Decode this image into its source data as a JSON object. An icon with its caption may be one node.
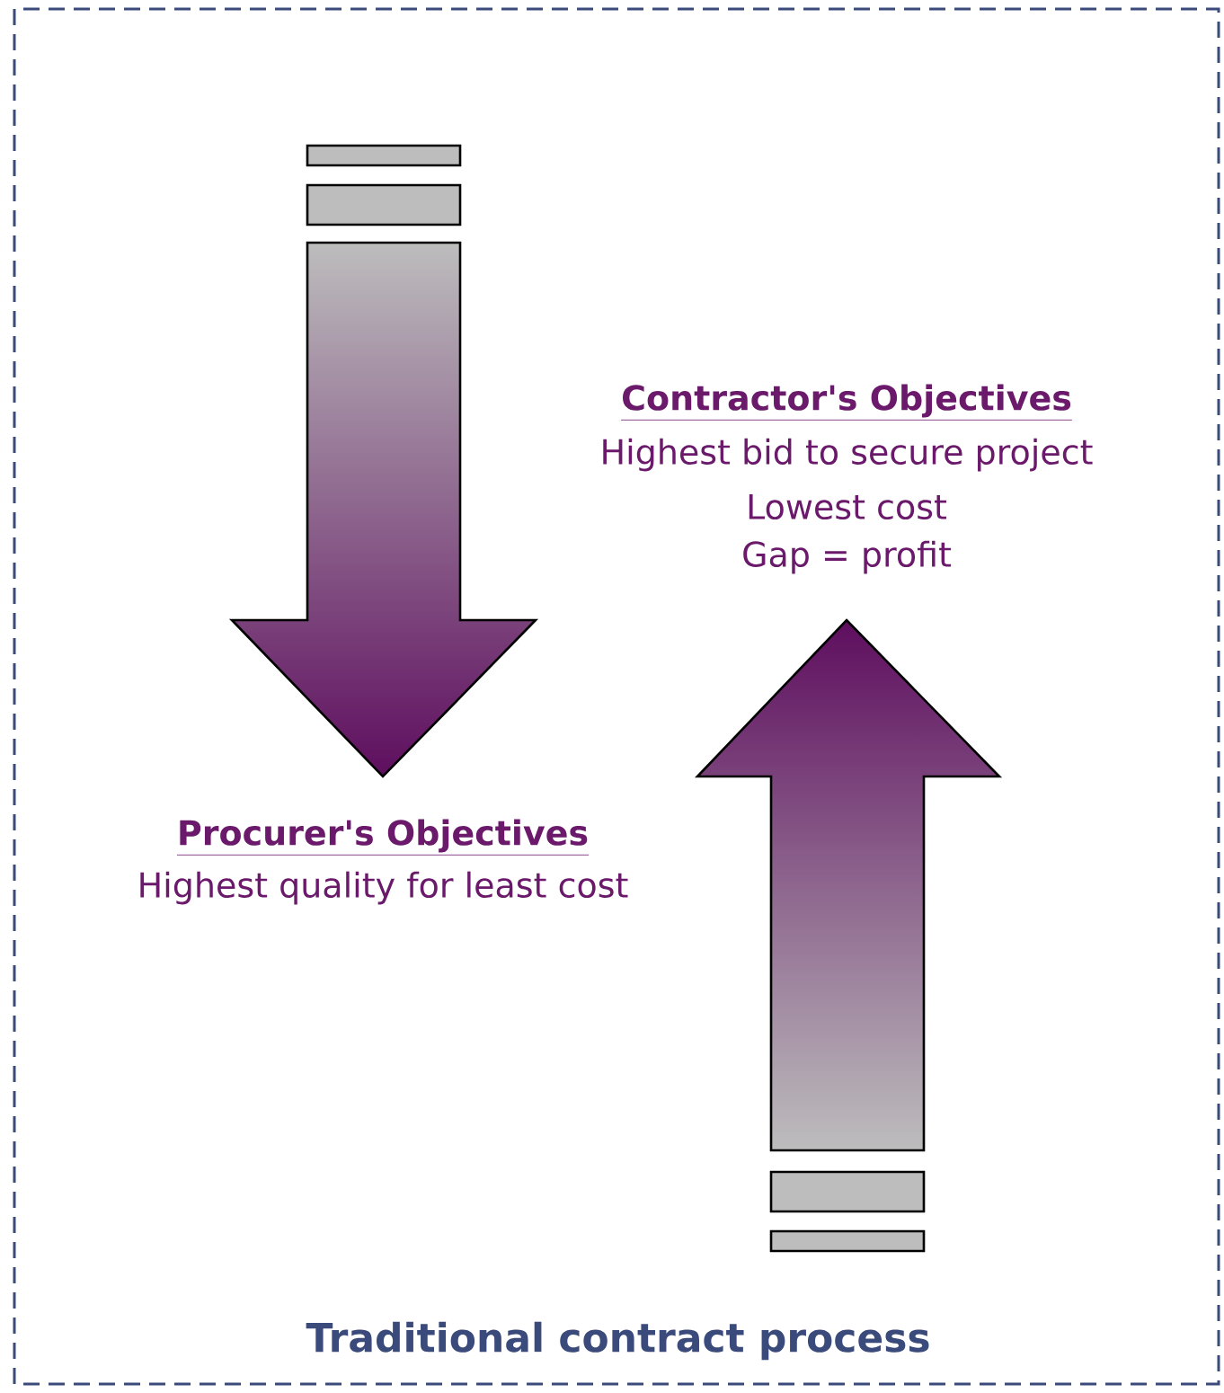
{
  "diagram": {
    "title": "Traditional contract process",
    "labels": [
      "Contractor's Objectives",
      "Highest bid to secure project",
      "Lowest cost",
      "Gap = profit",
      "Procurer's Objectives",
      "Highest quality for least cost"
    ]
  }
}
